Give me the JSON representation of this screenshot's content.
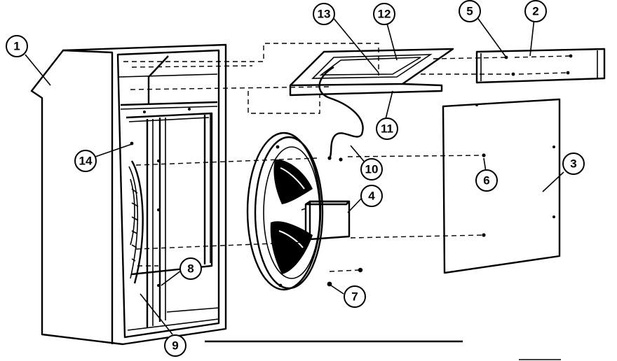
{
  "callouts": [
    {
      "id": "p1",
      "label": "1"
    },
    {
      "id": "p2",
      "label": "2"
    },
    {
      "id": "p3",
      "label": "3"
    },
    {
      "id": "p4",
      "label": "4"
    },
    {
      "id": "p5",
      "label": "5"
    },
    {
      "id": "p6",
      "label": "6"
    },
    {
      "id": "p7",
      "label": "7"
    },
    {
      "id": "p8",
      "label": "8"
    },
    {
      "id": "p9",
      "label": "9"
    },
    {
      "id": "p10",
      "label": "10"
    },
    {
      "id": "p11",
      "label": "11"
    },
    {
      "id": "p12",
      "label": "12"
    },
    {
      "id": "p13",
      "label": "13"
    },
    {
      "id": "p14",
      "label": "14"
    }
  ]
}
